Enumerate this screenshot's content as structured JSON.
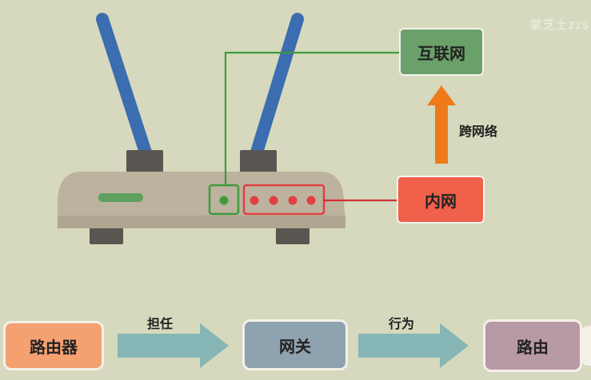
{
  "watermark": "掌芝士zzs",
  "nodes": {
    "internet": "互联网",
    "lan": "内网",
    "router": "路由器",
    "gateway": "网关",
    "routing": "路由"
  },
  "edges": {
    "cross_network": "跨网络",
    "acts_as": "担任",
    "behavior": "行为"
  },
  "colors": {
    "background": "#d6d9bd",
    "antenna": "#3b6db0",
    "router_body": "#bdb29e",
    "router_dark": "#5a5550",
    "green_port": "#4aa04a",
    "red_port": "#e04040",
    "internet_box": "#6aa06a",
    "lan_box": "#f0604a",
    "up_arrow": "#ee7a1a",
    "router_box": "#f4a070",
    "gateway_box": "#8ea2b0",
    "routing_box": "#b89aa6",
    "flow_arrow": "#86b6b6"
  }
}
